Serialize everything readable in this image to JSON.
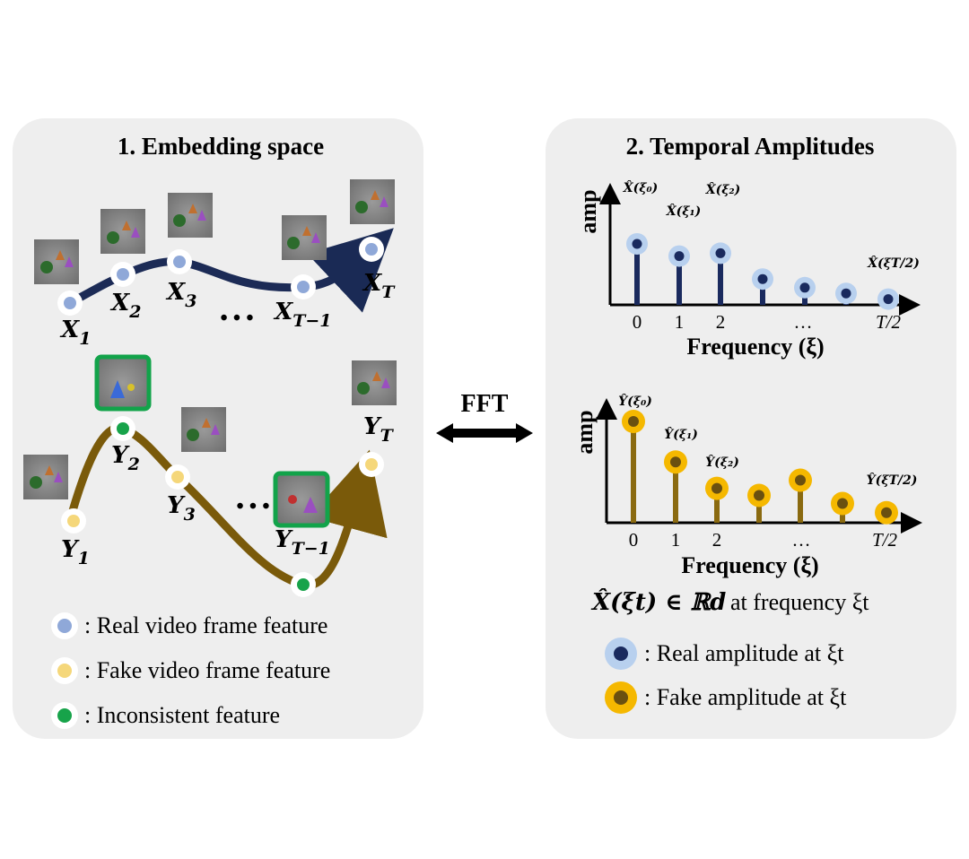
{
  "left_panel": {
    "title": "1. Embedding space",
    "real_labels": [
      {
        "base": "X",
        "sub": "1"
      },
      {
        "base": "X",
        "sub": "2"
      },
      {
        "base": "X",
        "sub": "3"
      },
      {
        "base": "X",
        "sub": "T−1"
      },
      {
        "base": "X",
        "sub": "T"
      }
    ],
    "fake_labels": [
      {
        "base": "Y",
        "sub": "1"
      },
      {
        "base": "Y",
        "sub": "2"
      },
      {
        "base": "Y",
        "sub": "3"
      },
      {
        "base": "Y",
        "sub": "T−1"
      },
      {
        "base": "Y",
        "sub": "T"
      }
    ],
    "ellipsis": "• • •",
    "legend": [
      {
        "text": ": Real video frame feature",
        "color": "#8fa8d8"
      },
      {
        "text": ": Fake video frame feature",
        "color": "#f5d77a"
      },
      {
        "text": ": Inconsistent feature",
        "color": "#17a34a"
      }
    ]
  },
  "fft_label": "FFT",
  "right_panel": {
    "title": "2. Temporal Amplitudes",
    "real_chart": {
      "ylabel": "amp",
      "xlabel": "Frequency (ξ)",
      "ticks": [
        "0",
        "1",
        "2",
        "…",
        "T/2"
      ],
      "amp_labels": [
        "X̂(ξ₀)",
        "X̂(ξ₁)",
        "X̂(ξ₂)",
        "X̂(ξT/2)"
      ],
      "color_stem": "#1a2a5e",
      "color_halo": "#b8d0ee"
    },
    "fake_chart": {
      "ylabel": "amp",
      "xlabel": "Frequency (ξ)",
      "ticks": [
        "0",
        "1",
        "2",
        "…",
        "T/2"
      ],
      "amp_labels": [
        "Ŷ(ξ₀)",
        "Ŷ(ξ₁)",
        "Ŷ(ξ₂)",
        "Ŷ(ξT/2)"
      ],
      "color_stem": "#8a6a10",
      "color_halo": "#f5b800"
    },
    "formula": {
      "lhs": "X̂(ξt) ∈ ℝd",
      "rhs": "at frequency ξt"
    },
    "legend": [
      {
        "text": ": Real amplitude at ξt"
      },
      {
        "text": ": Fake amplitude at ξt"
      }
    ]
  },
  "chart_data": [
    {
      "type": "bar",
      "ylabel": "amp",
      "xlabel": "Frequency (ξ)",
      "categories": [
        "0",
        "1",
        "2",
        "",
        "…",
        "",
        "T/2"
      ],
      "values": [
        0.85,
        0.68,
        0.72,
        0.36,
        0.24,
        0.16,
        0.08
      ]
    },
    {
      "type": "bar",
      "ylabel": "amp",
      "xlabel": "Frequency (ξ)",
      "categories": [
        "0",
        "1",
        "2",
        "",
        "…",
        "",
        "T/2"
      ],
      "values": [
        1.0,
        0.6,
        0.34,
        0.27,
        0.42,
        0.19,
        0.1
      ]
    }
  ]
}
